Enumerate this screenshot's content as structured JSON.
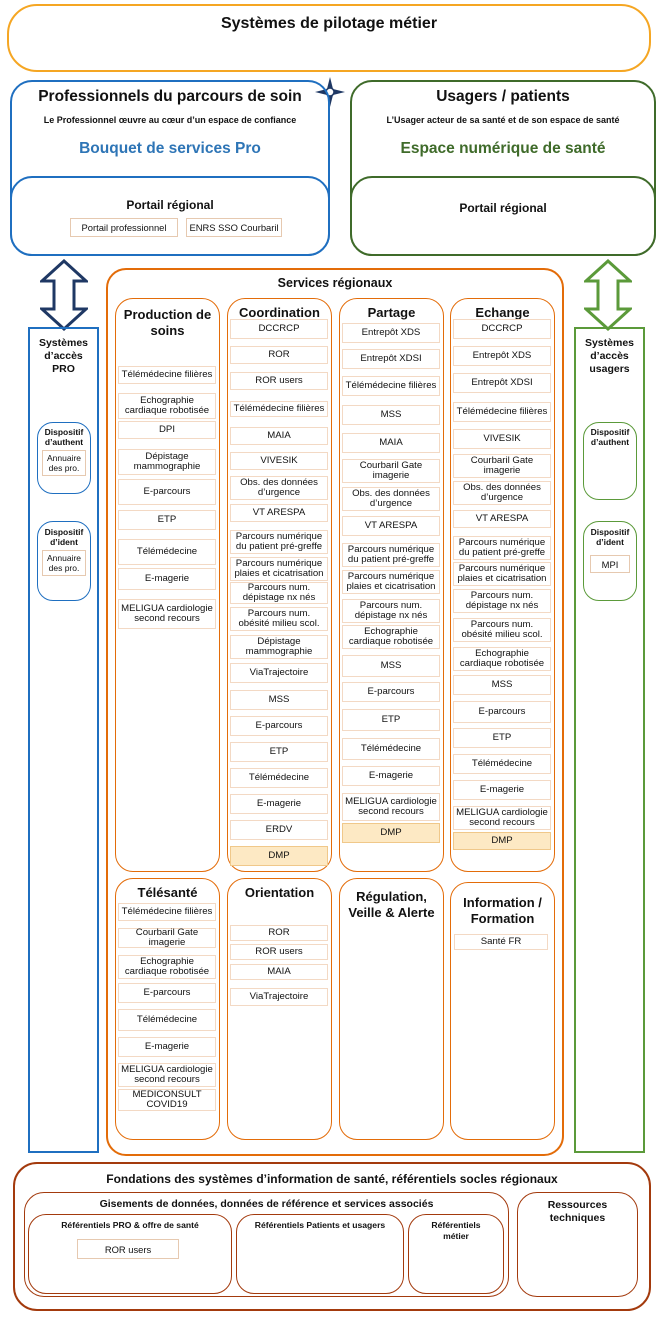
{
  "top": {
    "title": "Systèmes de pilotage métier"
  },
  "pro": {
    "title": "Professionnels du parcours de soin",
    "subtitle": "Le Professionnel œuvre au cœur d’un espace de confiance",
    "bouquet": "Bouquet de services Pro",
    "portal_title": "Portail régional",
    "portal_items": [
      "Portail professionnel",
      "ENRS SSO Courbaril"
    ]
  },
  "usagers": {
    "title": "Usagers / patients",
    "subtitle": "L’Usager acteur de sa santé et de son espace de santé",
    "espace": "Espace numérique de santé",
    "portal_title": "Portail régional"
  },
  "acces_pro": {
    "title": "Systèmes d’accès PRO",
    "auth_title": "Dispositif d’authent",
    "auth_item": "Annuaire des pro.",
    "ident_title": "Dispositif d’ident",
    "ident_item": "Annuaire des pro."
  },
  "acces_usagers": {
    "title": "Systèmes d’accès usagers",
    "auth_title": "Dispositif d’authent",
    "ident_title": "Dispositif d’ident",
    "ident_item": "MPI"
  },
  "services": {
    "title": "Services régionaux",
    "production": {
      "title": "Production de soins",
      "items": [
        "Télémédecine filières",
        "Echographie cardiaque robotisée",
        "DPI",
        "Dépistage mammographie",
        "E-parcours",
        "ETP",
        "Télémédecine",
        "E-magerie",
        "MELIGUA cardiologie second recours"
      ]
    },
    "coordination": {
      "title": "Coordination",
      "items": [
        "DCCRCP",
        "ROR",
        "ROR users",
        "Télémédecine filières",
        "MAIA",
        "VIVESIK",
        "Obs. des données d’urgence",
        "VT ARESPA",
        "Parcours numérique du patient pré-greffe",
        "Parcours numérique plaies et cicatrisation",
        "Parcours num. dépistage nx nés",
        "Parcours num. obésité milieu scol.",
        "Dépistage mammographie",
        "ViaTrajectoire",
        "MSS",
        "E-parcours",
        "ETP",
        "Télémédecine",
        "E-magerie",
        "ERDV",
        "DMP"
      ]
    },
    "partage": {
      "title": "Partage",
      "items": [
        "Entrepôt XDS",
        "Entrepôt XDSI",
        "Télémédecine filières",
        "MSS",
        "MAIA",
        "Courbaril Gate imagerie",
        "Obs. des données d’urgence",
        "VT ARESPA",
        "Parcours numérique du patient pré-greffe",
        "Parcours numérique plaies et cicatrisation",
        "Parcours num. dépistage nx nés",
        "Echographie cardiaque robotisée",
        "MSS",
        "E-parcours",
        "ETP",
        "Télémédecine",
        "E-magerie",
        "MELIGUA cardiologie second recours",
        "DMP"
      ]
    },
    "echange": {
      "title": "Echange",
      "items": [
        "DCCRCP",
        "Entrepôt XDS",
        "Entrepôt XDSI",
        "Télémédecine filières",
        "VIVESIK",
        "Courbaril Gate imagerie",
        "Obs. des données d’urgence",
        "VT ARESPA",
        "Parcours numérique du patient pré-greffe",
        "Parcours numérique plaies et cicatrisation",
        "Parcours num. dépistage nx nés",
        "Parcours num. obésité milieu scol.",
        "Echographie cardiaque robotisée",
        "MSS",
        "E-parcours",
        "ETP",
        "Télémédecine",
        "E-magerie",
        "MELIGUA cardiologie second recours",
        "DMP"
      ]
    },
    "telesante": {
      "title": "Télésanté",
      "items": [
        "Télémédecine filières",
        "Courbaril Gate imagerie",
        "Echographie cardiaque robotisée",
        "E-parcours",
        "Télémédecine",
        "E-magerie",
        "MELIGUA cardiologie second recours",
        "MEDICONSULT COVID19"
      ]
    },
    "orientation": {
      "title": "Orientation",
      "items": [
        "ROR",
        "ROR users",
        "MAIA",
        "ViaTrajectoire"
      ]
    },
    "regulation": {
      "title": "Régulation, Veille & Alerte"
    },
    "information": {
      "title": "Information / Formation",
      "items": [
        "Santé FR"
      ]
    }
  },
  "fondations": {
    "title": "Fondations des systèmes d’information de santé, référentiels socles régionaux",
    "gisements": {
      "title": "Gisements de données, données de référence et services associés",
      "ref_pro": {
        "title": "Référentiels PRO & offre de santé",
        "items": [
          "ROR users"
        ]
      },
      "ref_patients": {
        "title": "Référentiels Patients et usagers"
      },
      "ref_metier": {
        "title": "Référentiels métier"
      }
    },
    "ressources": {
      "title": "Ressources techniques"
    }
  },
  "colors": {
    "orange": "#f5a623",
    "blue": "#1f6fc0",
    "green": "#3f6b2a",
    "services_orange": "#e36c09",
    "fondations_brown": "#a33a0d",
    "navy": "#1f3864",
    "acces_usagers_green": "#5b9a3a",
    "dmp_fill": "#fde9c4"
  }
}
